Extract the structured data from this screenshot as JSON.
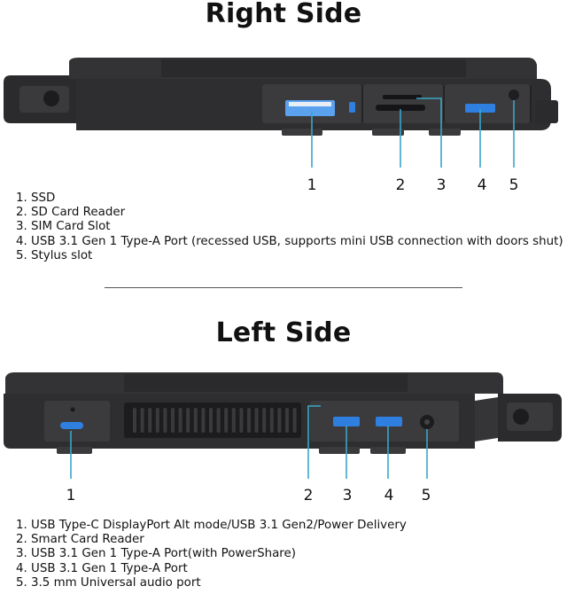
{
  "right_side": {
    "title": "Right Side",
    "callouts": [
      "1",
      "2",
      "3",
      "4",
      "5"
    ],
    "legend": [
      "1. SSD",
      "2. SD Card Reader",
      "3. SIM Card Slot",
      "4. USB 3.1 Gen 1 Type-A Port (recessed USB, supports mini USB connection with doors shut)",
      "5. Stylus slot"
    ]
  },
  "left_side": {
    "title": "Left Side",
    "callouts": [
      "1",
      "2",
      "3",
      "4",
      "5"
    ],
    "legend": [
      "1. USB Type-C DisplayPort Alt mode/USB 3.1 Gen2/Power Delivery",
      "2. Smart Card Reader",
      "3. USB 3.1 Gen 1 Type-A Port(with PowerShare)",
      "4. USB 3.1 Gen 1 Type-A Port",
      "5. 3.5 mm Universal audio port"
    ]
  },
  "colors": {
    "chassis": "#2b2b2d",
    "chassis_light": "#4a4a4c",
    "usb_blue": "#2f7fe0",
    "ssd_blue": "#5aa2ee",
    "callout_line": "#3aa7c9"
  }
}
